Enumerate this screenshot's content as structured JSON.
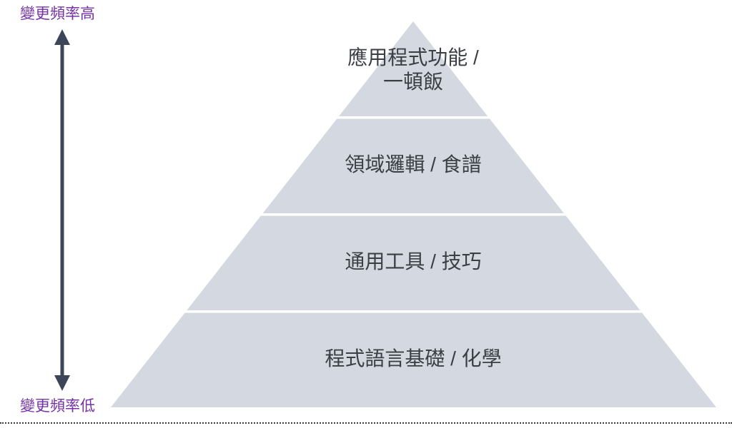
{
  "diagram": {
    "title_semantic": "change-frequency-pyramid",
    "axis": {
      "top_label": "變更頻率高",
      "bottom_label": "變更頻率低"
    },
    "pyramid": {
      "tiers": [
        {
          "label_line1": "應用程式功能 /",
          "label_line2": "一頓飯"
        },
        {
          "label": "領域邏輯 / 食譜"
        },
        {
          "label": "通用工具 / 技巧"
        },
        {
          "label": "程式語言基礎 / 化學"
        }
      ]
    },
    "colors": {
      "pyramid_fill": "#d3d8e1",
      "separator": "#ffffff",
      "arrow": "#3d4659",
      "axis_label": "#7433a6",
      "tier_text": "#3b3e44",
      "dotted_line": "#3c3c3c"
    }
  }
}
